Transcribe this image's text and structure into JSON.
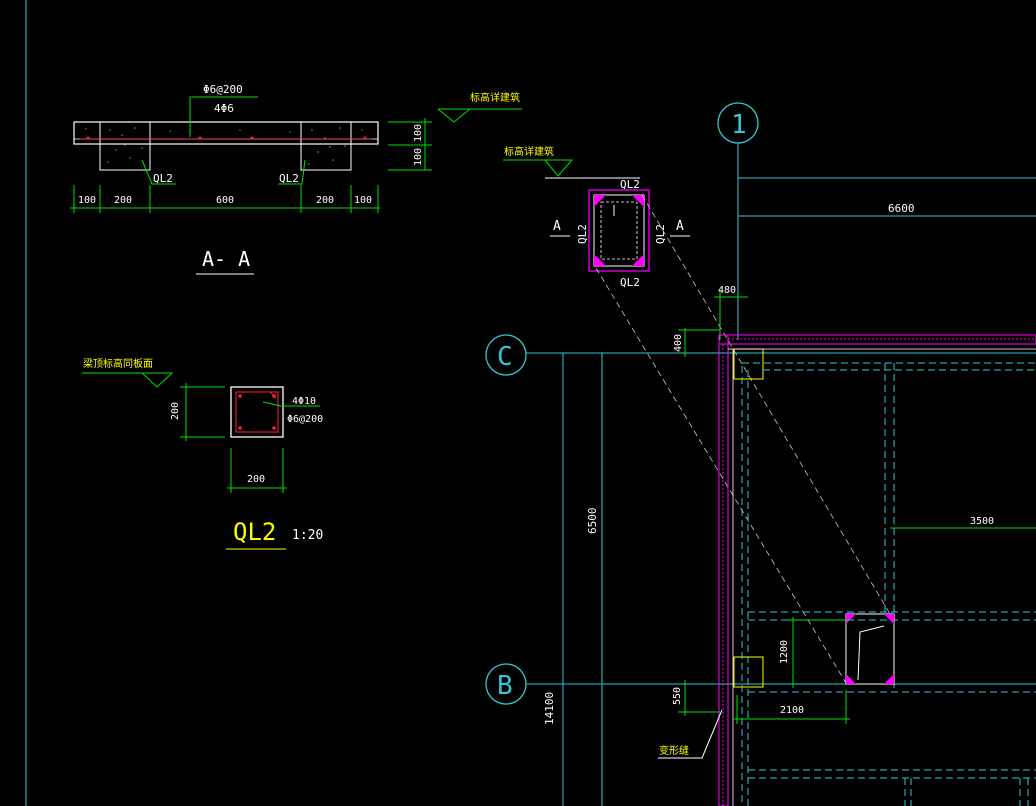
{
  "colors": {
    "background": "#000000",
    "white": "#ffffff",
    "cyan": "#33c6d6",
    "green": "#00e000",
    "magenta": "#ff00ff",
    "yellow": "#ffff00",
    "red": "#ff2040",
    "gray": "#c8c8c8"
  },
  "section_aa": {
    "rebar_top": "Φ6@200",
    "rebar_bottom": "4Φ6",
    "elevation_note": "标高详建筑",
    "dim_v_1": "100",
    "dim_v_2": "100",
    "beam_left": "QL2",
    "beam_right": "QL2",
    "dim_h": [
      "100",
      "200",
      "600",
      "200",
      "100"
    ],
    "title": "A- A"
  },
  "ql2_detail": {
    "elevation_note": "梁顶标高同板面",
    "dim_height": "200",
    "dim_width": "200",
    "rebar_main": "4Φ10",
    "rebar_stirrup": "Φ6@200",
    "title": "QL2",
    "scale": "1:20"
  },
  "opening_detail": {
    "elevation_note": "标高详建筑",
    "beam_top": "QL2",
    "beam_bottom": "QL2",
    "beam_left": "QL2",
    "beam_right": "QL2",
    "section_left": "A",
    "section_right": "A"
  },
  "plan": {
    "axis_1": "1",
    "axis_c": "C",
    "axis_b": "B",
    "dim_6600": "6600",
    "dim_480": "480",
    "dim_400": "400",
    "dim_6500": "6500",
    "dim_14100": "14100",
    "dim_550": "550",
    "dim_3500": "3500",
    "dim_1200": "1200",
    "dim_2100": "2100",
    "joint_note": "变形缝"
  }
}
